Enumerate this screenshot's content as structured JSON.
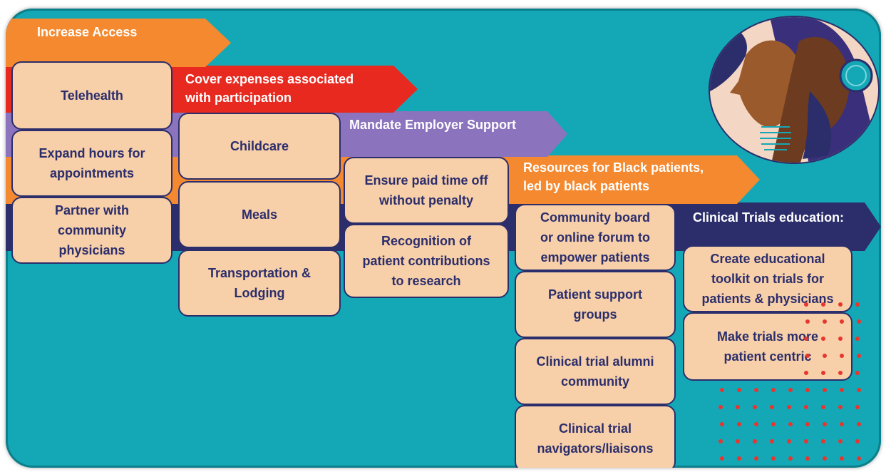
{
  "stages": [
    {
      "id": "increase-access",
      "label": "Increase Access",
      "color": "#f4892f",
      "items": [
        "Telehealth",
        "Expand hours for\nappointments",
        "Partner with\ncommunity\nphysicians"
      ]
    },
    {
      "id": "cover-expenses",
      "label": "Cover expenses associated\nwith participation",
      "color": "#e8291f",
      "items": [
        "Childcare",
        "Meals",
        "Transportation &\nLodging"
      ]
    },
    {
      "id": "mandate-employer",
      "label": "Mandate Employer Support",
      "color": "#8b73bd",
      "items": [
        "Ensure paid time off\nwithout penalty",
        "Recognition of\npatient contributions\nto research"
      ]
    },
    {
      "id": "resources-black-patients",
      "label": "Resources for Black patients,\nled by black patients",
      "color": "#f4892f",
      "items": [
        "Community board\nor online forum to\nempower patients",
        "Patient support\ngroups",
        "Clinical trial alumni\ncommunity",
        "Clinical trial\nnavigators/liaisons"
      ]
    },
    {
      "id": "clinical-trials-education",
      "label": "Clinical Trials education:",
      "color": "#2b2e6b",
      "items": [
        "Create educational\ntoolkit on trials for\npatients & physicians",
        "Make trials more\npatient centric"
      ]
    }
  ],
  "colors": {
    "background": "#14a8b6",
    "box_fill": "#f7cfa9",
    "box_text": "#2b2e6b",
    "dots": "#e8352e"
  },
  "illustration": "two-faces-portrait-illustration"
}
